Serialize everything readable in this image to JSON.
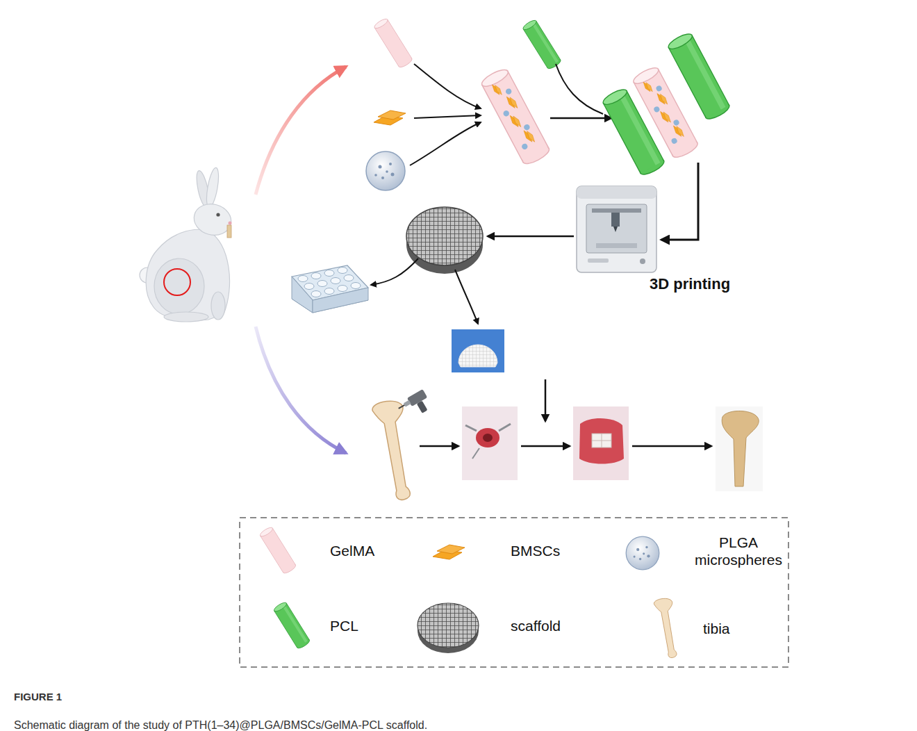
{
  "diagram": {
    "caption": "Schematic diagram of the study of PTH(1–34)@PLGA/BMSCs/GelMA-PCL scaffold.",
    "labels": [
      "3D printing",
      "FIGURE 1"
    ],
    "legend": [
      {
        "text": "GelMA"
      },
      {
        "text": "BMSCs"
      },
      {
        "text": "PLGA microspheres"
      },
      {
        "text": "PCL"
      },
      {
        "text": "scaffold"
      },
      {
        "text": "tibia"
      }
    ]
  }
}
